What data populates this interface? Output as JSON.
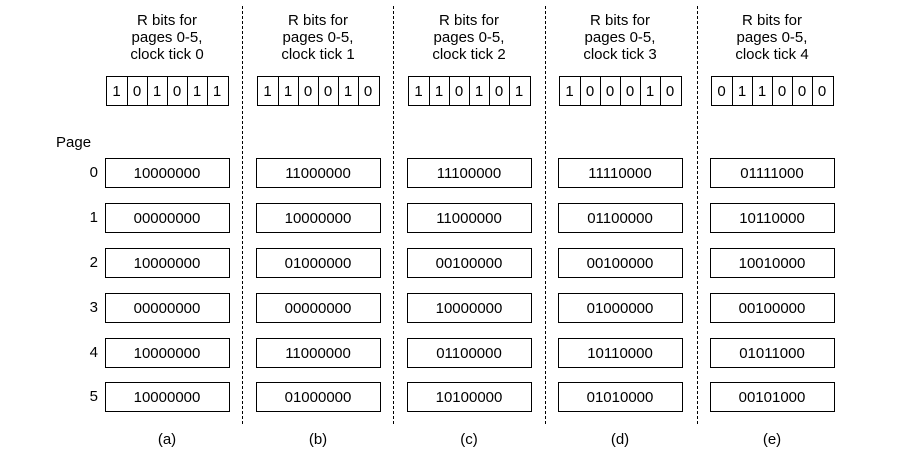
{
  "page_label": "Page",
  "page_numbers": [
    "0",
    "1",
    "2",
    "3",
    "4",
    "5"
  ],
  "columns": [
    {
      "header": "R bits for\npages 0-5,\nclock tick 0",
      "r_bits": [
        "1",
        "0",
        "1",
        "0",
        "1",
        "1"
      ],
      "counters": [
        "10000000",
        "00000000",
        "10000000",
        "00000000",
        "10000000",
        "10000000"
      ],
      "caption": "(a)"
    },
    {
      "header": "R bits for\npages 0-5,\nclock tick 1",
      "r_bits": [
        "1",
        "1",
        "0",
        "0",
        "1",
        "0"
      ],
      "counters": [
        "11000000",
        "10000000",
        "01000000",
        "00000000",
        "11000000",
        "01000000"
      ],
      "caption": "(b)"
    },
    {
      "header": "R bits for\npages 0-5,\nclock tick 2",
      "r_bits": [
        "1",
        "1",
        "0",
        "1",
        "0",
        "1"
      ],
      "counters": [
        "11100000",
        "11000000",
        "00100000",
        "10000000",
        "01100000",
        "10100000"
      ],
      "caption": "(c)"
    },
    {
      "header": "R bits for\npages 0-5,\nclock tick 3",
      "r_bits": [
        "1",
        "0",
        "0",
        "0",
        "1",
        "0"
      ],
      "counters": [
        "11110000",
        "01100000",
        "00100000",
        "01000000",
        "10110000",
        "01010000"
      ],
      "caption": "(d)"
    },
    {
      "header": "R bits for\npages 0-5,\nclock tick 4",
      "r_bits": [
        "0",
        "1",
        "1",
        "0",
        "0",
        "0"
      ],
      "counters": [
        "01111000",
        "10110000",
        "10010000",
        "00100000",
        "01011000",
        "00101000"
      ],
      "caption": "(e)"
    }
  ]
}
